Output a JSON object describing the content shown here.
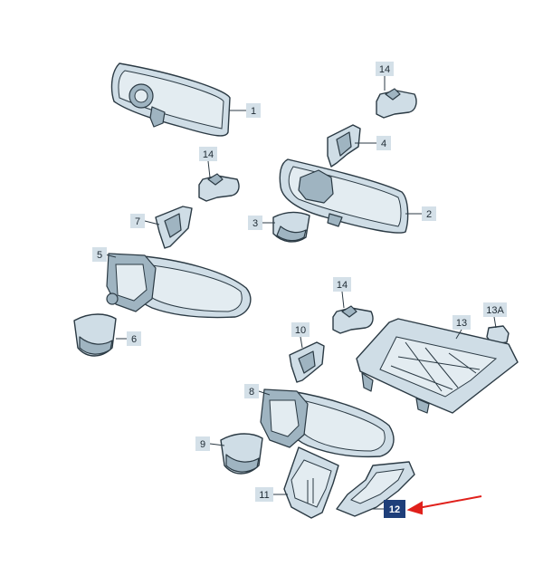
{
  "callouts": {
    "c1": "1",
    "c2": "2",
    "c3": "3",
    "c4": "4",
    "c5": "5",
    "c6": "6",
    "c7": "7",
    "c8": "8",
    "c9": "9",
    "c10": "10",
    "c11": "11",
    "c12": "12",
    "c13": "13",
    "c13a": "13A",
    "c14a": "14",
    "c14b": "14",
    "c14c": "14"
  },
  "highlight": {
    "callout": "c12",
    "box_color": "#1f3f7a",
    "arrow_color": "#e0201b"
  }
}
